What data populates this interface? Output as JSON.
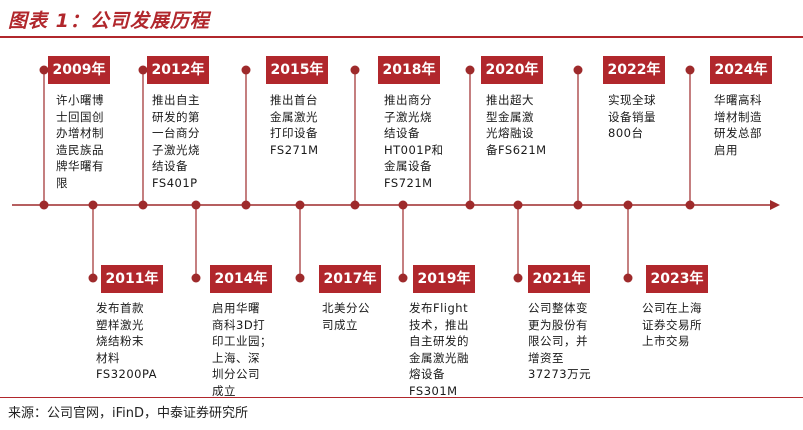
{
  "figure": {
    "title": "图表 1：公司发展历程",
    "source": "来源：公司官网，iFinD，中泰证券研究所"
  },
  "colors": {
    "accent": "#b1272c",
    "line": "#9e2a2b",
    "text": "#1a1a1a"
  },
  "events": [
    {
      "year": "2009年",
      "text": "许小曙博\n士回国创\n办增材制\n造民族品\n牌华曙有\n限"
    },
    {
      "year": "2011年",
      "text": "发布首款\n塑样激光\n烧结粉末\n材料\nFS3200PA"
    },
    {
      "year": "2012年",
      "text": "推出自主\n研发的第\n一台商分\n子激光烧\n结设备\nFS401P"
    },
    {
      "year": "2014年",
      "text": "启用华曙\n商科3D打\n印工业园；\n上海、深\n圳分公司\n成立"
    },
    {
      "year": "2015年",
      "text": "推出首台\n金属激光\n打印设备\nFS271M"
    },
    {
      "year": "2017年",
      "text": "北美分公\n司成立"
    },
    {
      "year": "2018年",
      "text": "推出商分\n子激光烧\n结设备\nHT001P和\n金属设备\nFS721M"
    },
    {
      "year": "2019年",
      "text": "发布Flight\n技术，推出\n自主研发的\n金属激光融\n熔设备\nFS301M"
    },
    {
      "year": "2020年",
      "text": "推出超大\n型金属激\n光熔融设\n备FS621M"
    },
    {
      "year": "2021年",
      "text": "公司整体变\n更为股份有\n限公司，并\n增资至\n37273万元"
    },
    {
      "year": "2022年",
      "text": "实现全球\n设备销量\n800台"
    },
    {
      "year": "2023年",
      "text": "公司在上海\n证券交易所\n上市交易"
    },
    {
      "year": "2024年",
      "text": "华曙高科\n增材制造\n研发总部\n启用"
    }
  ]
}
